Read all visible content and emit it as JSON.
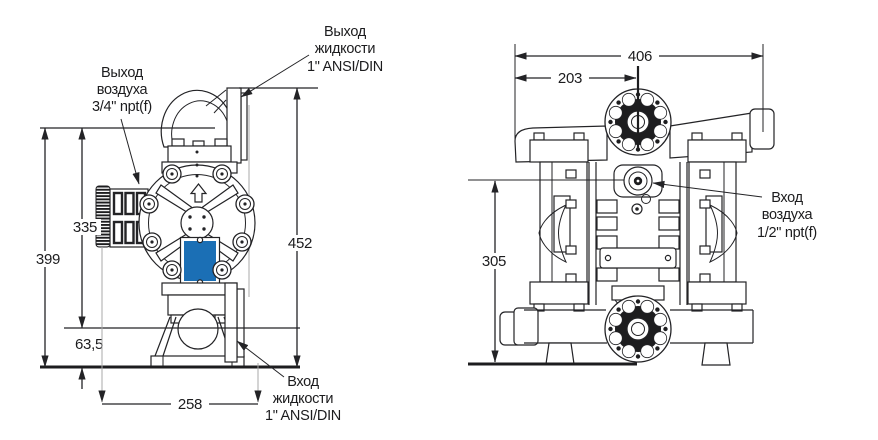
{
  "diagram": {
    "front_view": {
      "labels": {
        "air_exhaust": {
          "lines": [
            "Выход",
            "воздуха",
            "3/4\" npt(f)"
          ]
        },
        "fluid_outlet": {
          "lines": [
            "Выход",
            "жидкости",
            "1\" ANSI/DIN"
          ]
        },
        "fluid_inlet": {
          "lines": [
            "Вход",
            "жидкости",
            "1\" ANSI/DIN"
          ]
        }
      },
      "dimensions": {
        "muffler_height": "335",
        "total_height": "399",
        "inlet_height": "63,5",
        "overall_height": "452",
        "base_width": "258"
      }
    },
    "side_view": {
      "labels": {
        "air_inlet": {
          "lines": [
            "Вход",
            "воздуха",
            "1/2\" npt(f)"
          ]
        }
      },
      "dimensions": {
        "overall_width": "406",
        "half_width": "203",
        "body_height": "305"
      }
    }
  },
  "colors": {
    "label_blue": "#1b6fb5",
    "line_dark": "#232326",
    "extension_gray": "#a9a9a9"
  }
}
